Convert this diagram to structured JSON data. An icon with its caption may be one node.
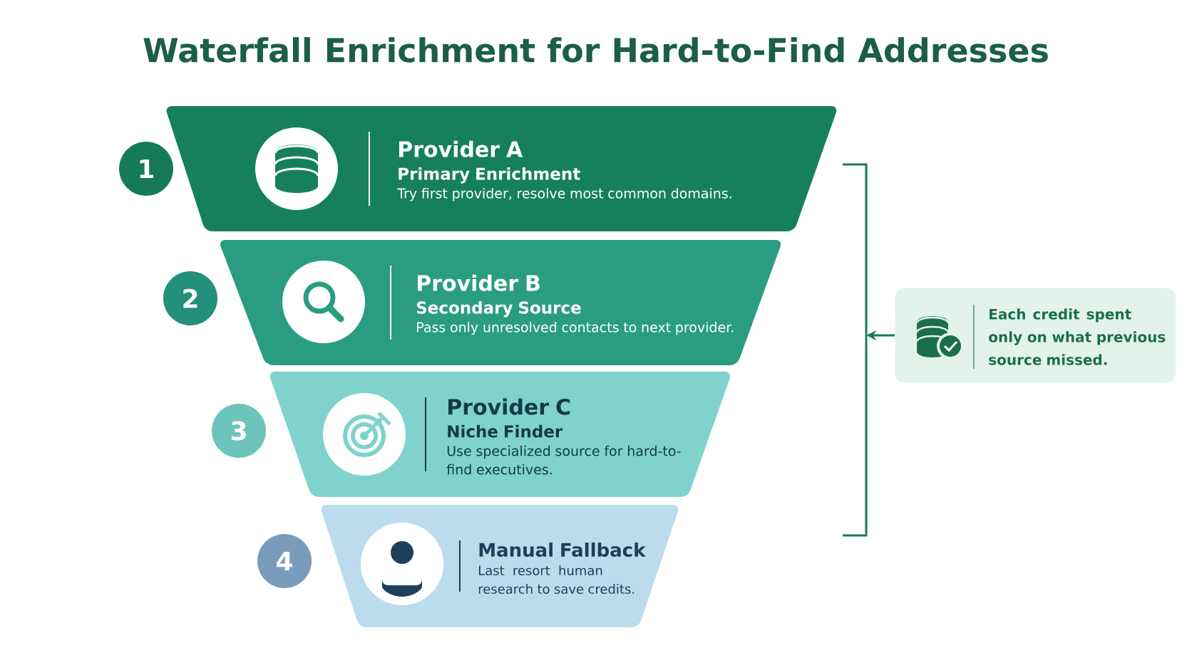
{
  "diagram": {
    "title": "Waterfall Enrichment for Hard-to-Find Addresses",
    "nodes": [
      {
        "text": [
          "1"
        ]
      },
      {
        "text": [
          "Provider A",
          "Primary Enrichment",
          "Try first provider, resolve most common domains."
        ]
      },
      {
        "text": [
          "2"
        ]
      },
      {
        "text": [
          "Provider B",
          "Secondary Source",
          "Pass only unresolved contacts to next provider."
        ]
      },
      {
        "text": [
          "3"
        ]
      },
      {
        "text": [
          "Provider C",
          "Niche Finder",
          "Use specialized source for hard-to-find executives."
        ]
      },
      {
        "text": [
          "4"
        ]
      },
      {
        "text": [
          "Manual Fallback",
          "Last resort human research to save credits."
        ]
      },
      {
        "text": [
          "Each credit spent only on what previous source missed."
        ]
      },
      {
        "text": [],
        "shape": "bracket"
      }
    ],
    "edges": [
      {
        "from": 8,
        "to": 9,
        "arrow": "to"
      }
    ]
  }
}
